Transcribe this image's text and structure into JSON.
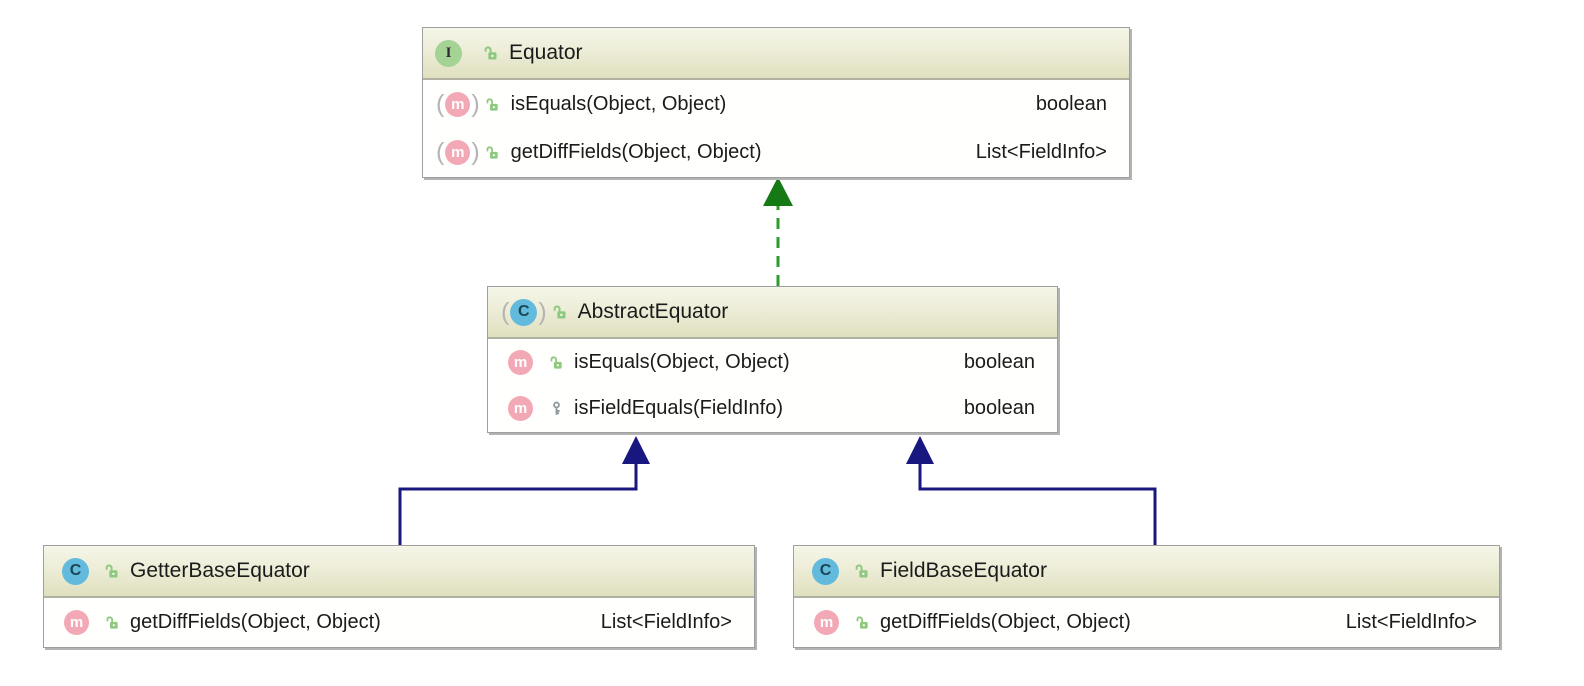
{
  "diagram": {
    "icons": {
      "method_letter": "m",
      "paren_open": "(",
      "paren_close": ")"
    },
    "colors": {
      "implements_line": "#2e9b2e",
      "implements_head": "#157a15",
      "extends_line": "#17177f",
      "extends_head": "#17177f",
      "header_top": "#f6f6e9",
      "header_bottom": "#dfe0bf"
    },
    "classes": [
      {
        "name": "Equator",
        "kind": "interface",
        "kind_letter": "I",
        "methods": [
          {
            "signature": "isEquals(Object, Object)",
            "return_type": "boolean",
            "visibility": "public",
            "abstract": true
          },
          {
            "signature": "getDiffFields(Object, Object)",
            "return_type": "List<FieldInfo>",
            "visibility": "public",
            "abstract": true
          }
        ]
      },
      {
        "name": "AbstractEquator",
        "kind": "abstract-class",
        "kind_letter": "C",
        "methods": [
          {
            "signature": "isEquals(Object, Object)",
            "return_type": "boolean",
            "visibility": "public",
            "abstract": false
          },
          {
            "signature": "isFieldEquals(FieldInfo)",
            "return_type": "boolean",
            "visibility": "protected",
            "abstract": false
          }
        ]
      },
      {
        "name": "GetterBaseEquator",
        "kind": "class",
        "kind_letter": "C",
        "methods": [
          {
            "signature": "getDiffFields(Object, Object)",
            "return_type": "List<FieldInfo>",
            "visibility": "public",
            "abstract": false
          }
        ]
      },
      {
        "name": "FieldBaseEquator",
        "kind": "class",
        "kind_letter": "C",
        "methods": [
          {
            "signature": "getDiffFields(Object, Object)",
            "return_type": "List<FieldInfo>",
            "visibility": "public",
            "abstract": false
          }
        ]
      }
    ],
    "relations": [
      {
        "from": "AbstractEquator",
        "to": "Equator",
        "type": "implements",
        "line": "dashed-green"
      },
      {
        "from": "GetterBaseEquator",
        "to": "AbstractEquator",
        "type": "extends",
        "line": "solid-navy"
      },
      {
        "from": "FieldBaseEquator",
        "to": "AbstractEquator",
        "type": "extends",
        "line": "solid-navy"
      }
    ]
  }
}
